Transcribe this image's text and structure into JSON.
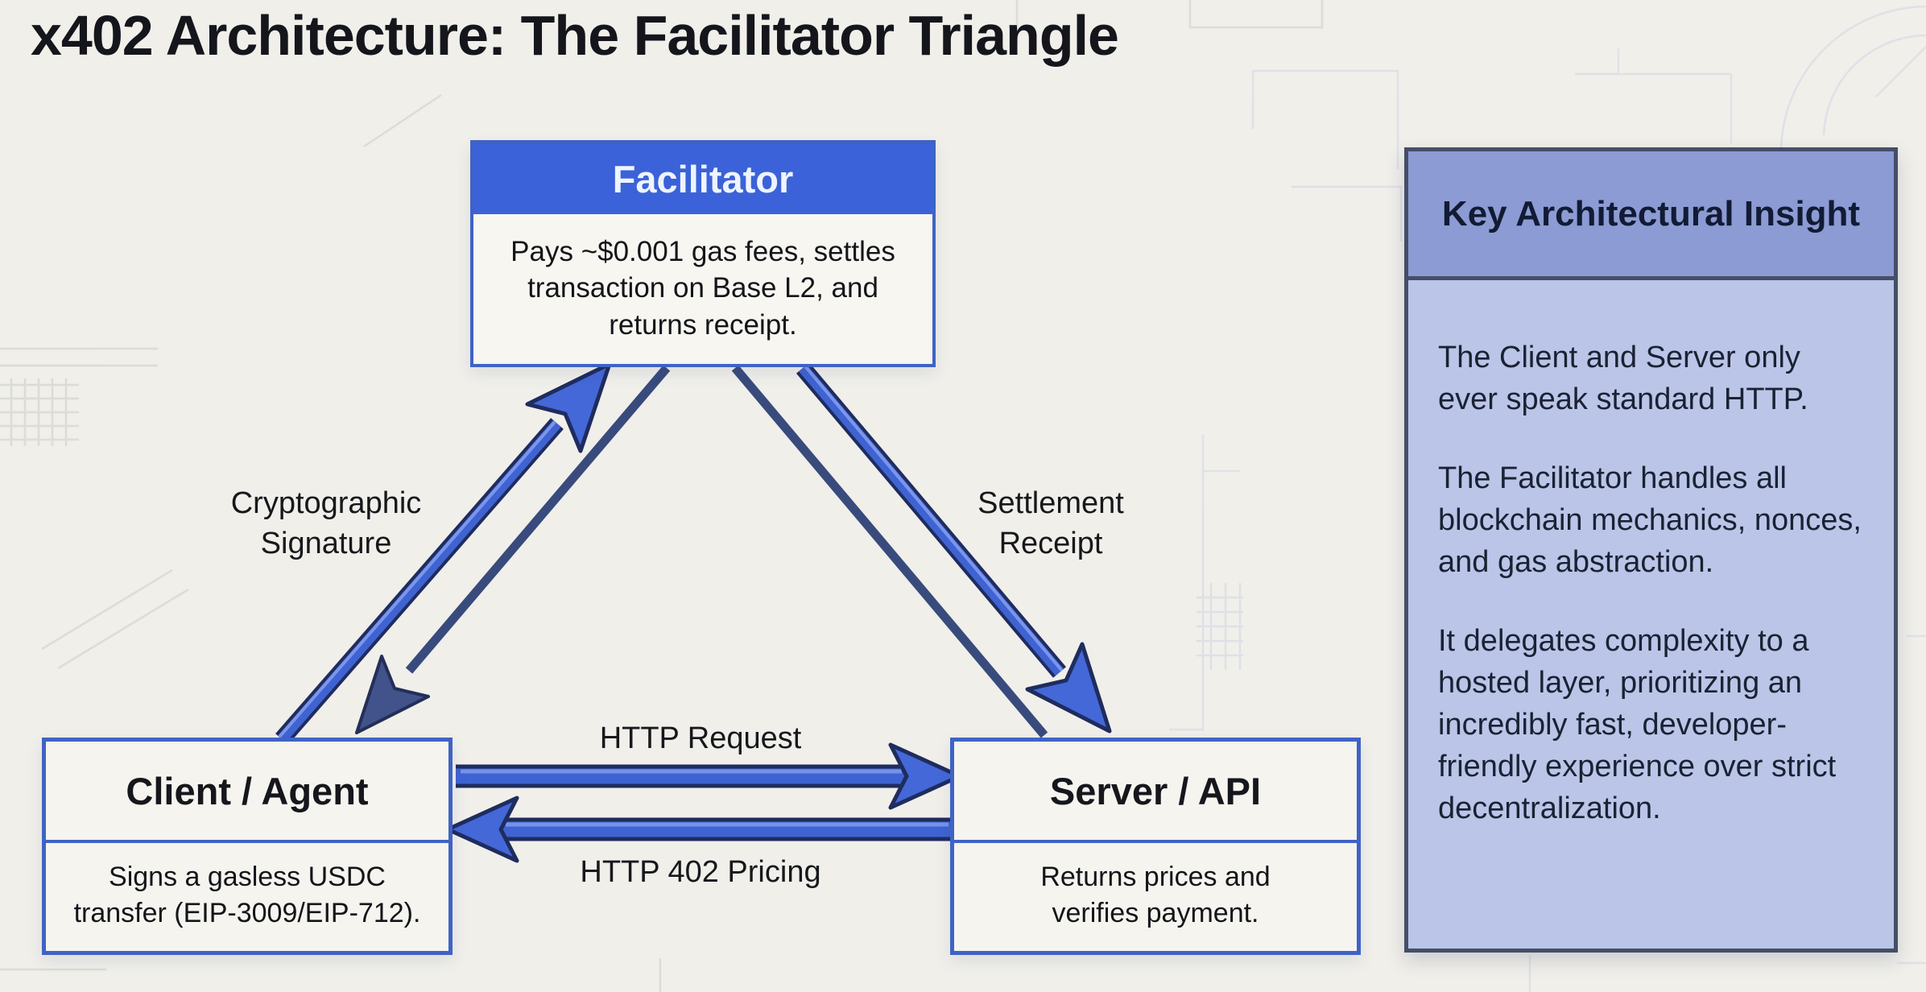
{
  "title": "x402 Architecture: The Facilitator Triangle",
  "nodes": {
    "facilitator": {
      "title": "Facilitator",
      "body_lines": [
        "Pays ~$0.001 gas fees, settles",
        "transaction on Base L2, and",
        "returns receipt."
      ]
    },
    "client": {
      "title": "Client / Agent",
      "body_lines": [
        "Signs a gasless USDC",
        "transfer (EIP-3009/EIP-712)."
      ]
    },
    "server": {
      "title": "Server / API",
      "body_lines": [
        "Returns prices and",
        "verifies payment."
      ]
    }
  },
  "edge_labels": {
    "client_to_facilitator_lines": [
      "Cryptographic",
      "Signature"
    ],
    "facilitator_to_server_lines": [
      "Settlement",
      "Receipt"
    ],
    "client_to_server": "HTTP Request",
    "server_to_client": "HTTP 402 Pricing"
  },
  "insight_panel": {
    "title": "Key Architectural Insight",
    "paragraphs": [
      "The Client and Server only ever speak standard HTTP.",
      "The Facilitator handles all blockchain mechanics, nonces, and gas abstraction.",
      "It delegates complexity to a hosted layer, prioritizing an incredibly fast, developer-friendly experience over strict decentralization."
    ]
  },
  "colors": {
    "background": "#f0efea",
    "facilitator_header_blue": "#3b62d8",
    "arrow_blue": "#3f63d2",
    "arrow_dark_navy": "#394a7d",
    "arrow_outline": "#1f2c5e",
    "node_border_blue": "#3f63c5",
    "insight_header_bg": "#8c9bd3",
    "insight_body_bg": "#bac5e8",
    "insight_border": "#454e68",
    "text_dark": "#16171d"
  }
}
